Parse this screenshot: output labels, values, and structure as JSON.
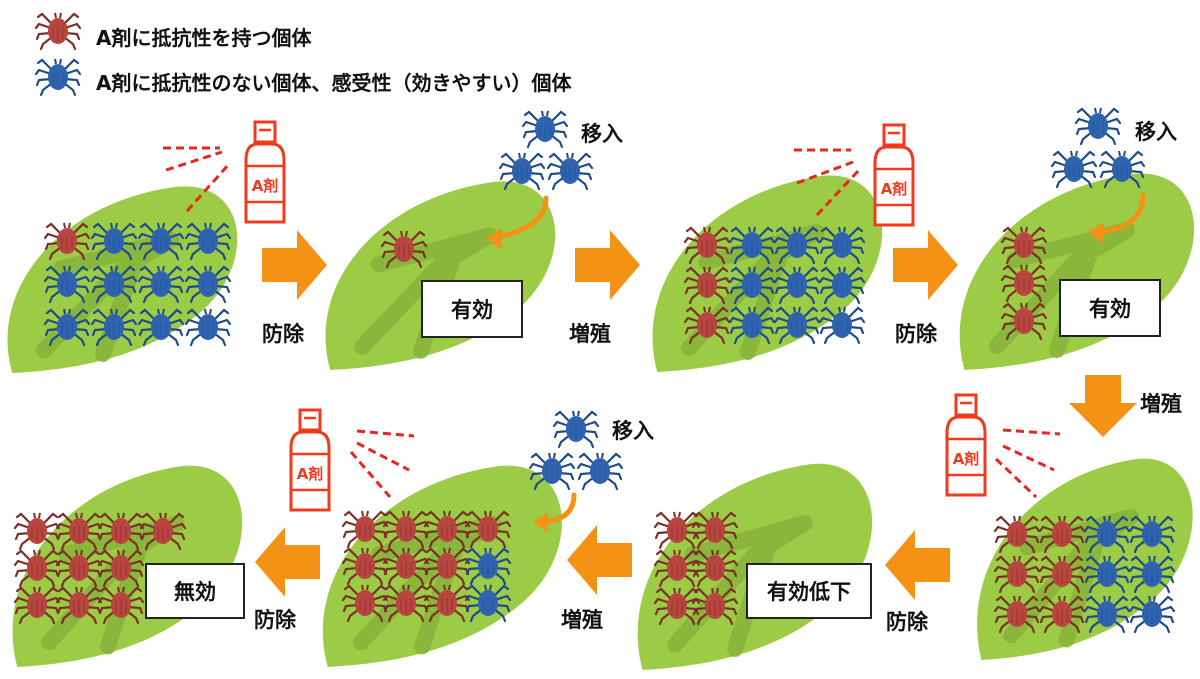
{
  "legend": [
    {
      "color": "resistant",
      "text": "A剤に抵抗性を持つ個体"
    },
    {
      "color": "susceptible",
      "text": "A剤に抵抗性のない個体、感受性（効きやすい）個体"
    }
  ],
  "colors": {
    "resistant": "#b8453f",
    "resistant_dark": "#7a2e26",
    "susceptible": "#2f63b0",
    "susceptible_dark": "#1f4a8a",
    "leaf": "#9ccc45",
    "leaf_vein": "#86b23a",
    "arrow": "#f39214",
    "spray": "#f03a1e",
    "spray_dash": "#e8261e"
  },
  "spray_label": "A剤",
  "labels": {
    "control": "防除",
    "reproduce": "増殖",
    "immigrate": "移入"
  },
  "stages": [
    {
      "id": 1,
      "grid": [
        [
          "R",
          "S",
          "S",
          "S"
        ],
        [
          "S",
          "S",
          "S",
          "S"
        ],
        [
          "S",
          "S",
          "S",
          "S"
        ]
      ],
      "spray": true
    },
    {
      "id": 2,
      "grid": [
        [
          "R"
        ]
      ],
      "result": "有効",
      "immigrants": 3
    },
    {
      "id": 3,
      "grid": [
        [
          "R",
          "S",
          "S",
          "S"
        ],
        [
          "R",
          "S",
          "S",
          "S"
        ],
        [
          "R",
          "S",
          "S",
          "S"
        ]
      ],
      "spray": true
    },
    {
      "id": 4,
      "grid": [
        [
          "R"
        ],
        [
          "R"
        ],
        [
          "R"
        ]
      ],
      "result": "有効",
      "immigrants": 3
    },
    {
      "id": 5,
      "grid": [
        [
          "R",
          "R",
          "S",
          "S"
        ],
        [
          "R",
          "R",
          "S",
          "S"
        ],
        [
          "R",
          "R",
          "S",
          "S"
        ]
      ],
      "spray": true
    },
    {
      "id": 6,
      "grid": [
        [
          "R",
          "R"
        ],
        [
          "R",
          "R"
        ],
        [
          "R",
          "R"
        ]
      ],
      "result": "有効低下",
      "immigrants": 3
    },
    {
      "id": 7,
      "grid": [
        [
          "R",
          "R",
          "R",
          "R"
        ],
        [
          "R",
          "R",
          "R",
          "S"
        ],
        [
          "R",
          "R",
          "R",
          "S"
        ]
      ],
      "spray": true
    },
    {
      "id": 8,
      "grid": [
        [
          "R",
          "R",
          "R",
          "R"
        ],
        [
          "R",
          "R",
          "R"
        ],
        [
          "R",
          "R",
          "R"
        ]
      ],
      "result": "無効"
    }
  ]
}
